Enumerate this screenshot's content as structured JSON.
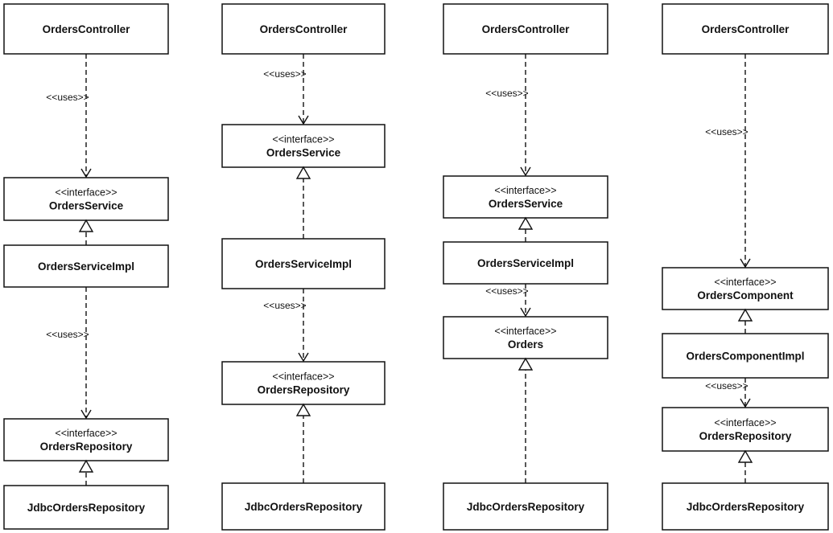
{
  "diagram": {
    "stereotype_interface": "<<interface>>",
    "uses_label": "<<uses>>",
    "columns": [
      {
        "boxes": [
          {
            "id": "c1-controller",
            "title": "OrdersController",
            "stereotype": false
          },
          {
            "id": "c1-service",
            "title": "OrdersService",
            "stereotype": true
          },
          {
            "id": "c1-serviceimpl",
            "title": "OrdersServiceImpl",
            "stereotype": false
          },
          {
            "id": "c1-repository",
            "title": "OrdersRepository",
            "stereotype": true
          },
          {
            "id": "c1-jdbc",
            "title": "JdbcOrdersRepository",
            "stereotype": false
          }
        ],
        "links": [
          {
            "from": "c1-controller",
            "to": "c1-service",
            "kind": "uses"
          },
          {
            "from": "c1-serviceimpl",
            "to": "c1-service",
            "kind": "realizes"
          },
          {
            "from": "c1-serviceimpl",
            "to": "c1-repository",
            "kind": "uses"
          },
          {
            "from": "c1-jdbc",
            "to": "c1-repository",
            "kind": "realizes"
          }
        ]
      },
      {
        "boxes": [
          {
            "id": "c2-controller",
            "title": "OrdersController",
            "stereotype": false
          },
          {
            "id": "c2-service",
            "title": "OrdersService",
            "stereotype": true
          },
          {
            "id": "c2-serviceimpl",
            "title": "OrdersServiceImpl",
            "stereotype": false
          },
          {
            "id": "c2-repository",
            "title": "OrdersRepository",
            "stereotype": true
          },
          {
            "id": "c2-jdbc",
            "title": "JdbcOrdersRepository",
            "stereotype": false
          }
        ],
        "links": [
          {
            "from": "c2-controller",
            "to": "c2-service",
            "kind": "uses"
          },
          {
            "from": "c2-serviceimpl",
            "to": "c2-service",
            "kind": "realizes"
          },
          {
            "from": "c2-serviceimpl",
            "to": "c2-repository",
            "kind": "uses"
          },
          {
            "from": "c2-jdbc",
            "to": "c2-repository",
            "kind": "realizes"
          }
        ]
      },
      {
        "boxes": [
          {
            "id": "c3-controller",
            "title": "OrdersController",
            "stereotype": false
          },
          {
            "id": "c3-service",
            "title": "OrdersService",
            "stereotype": true
          },
          {
            "id": "c3-serviceimpl",
            "title": "OrdersServiceImpl",
            "stereotype": false
          },
          {
            "id": "c3-orders",
            "title": "Orders",
            "stereotype": true
          },
          {
            "id": "c3-jdbc",
            "title": "JdbcOrdersRepository",
            "stereotype": false
          }
        ],
        "links": [
          {
            "from": "c3-controller",
            "to": "c3-service",
            "kind": "uses"
          },
          {
            "from": "c3-serviceimpl",
            "to": "c3-service",
            "kind": "realizes"
          },
          {
            "from": "c3-serviceimpl",
            "to": "c3-orders",
            "kind": "uses"
          },
          {
            "from": "c3-jdbc",
            "to": "c3-orders",
            "kind": "realizes"
          }
        ]
      },
      {
        "boxes": [
          {
            "id": "c4-controller",
            "title": "OrdersController",
            "stereotype": false
          },
          {
            "id": "c4-component",
            "title": "OrdersComponent",
            "stereotype": true
          },
          {
            "id": "c4-componentimpl",
            "title": "OrdersComponentImpl",
            "stereotype": false
          },
          {
            "id": "c4-repository",
            "title": "OrdersRepository",
            "stereotype": true
          },
          {
            "id": "c4-jdbc",
            "title": "JdbcOrdersRepository",
            "stereotype": false
          }
        ],
        "links": [
          {
            "from": "c4-controller",
            "to": "c4-component",
            "kind": "uses"
          },
          {
            "from": "c4-componentimpl",
            "to": "c4-component",
            "kind": "realizes"
          },
          {
            "from": "c4-componentimpl",
            "to": "c4-repository",
            "kind": "uses"
          },
          {
            "from": "c4-jdbc",
            "to": "c4-repository",
            "kind": "realizes"
          }
        ]
      }
    ]
  }
}
